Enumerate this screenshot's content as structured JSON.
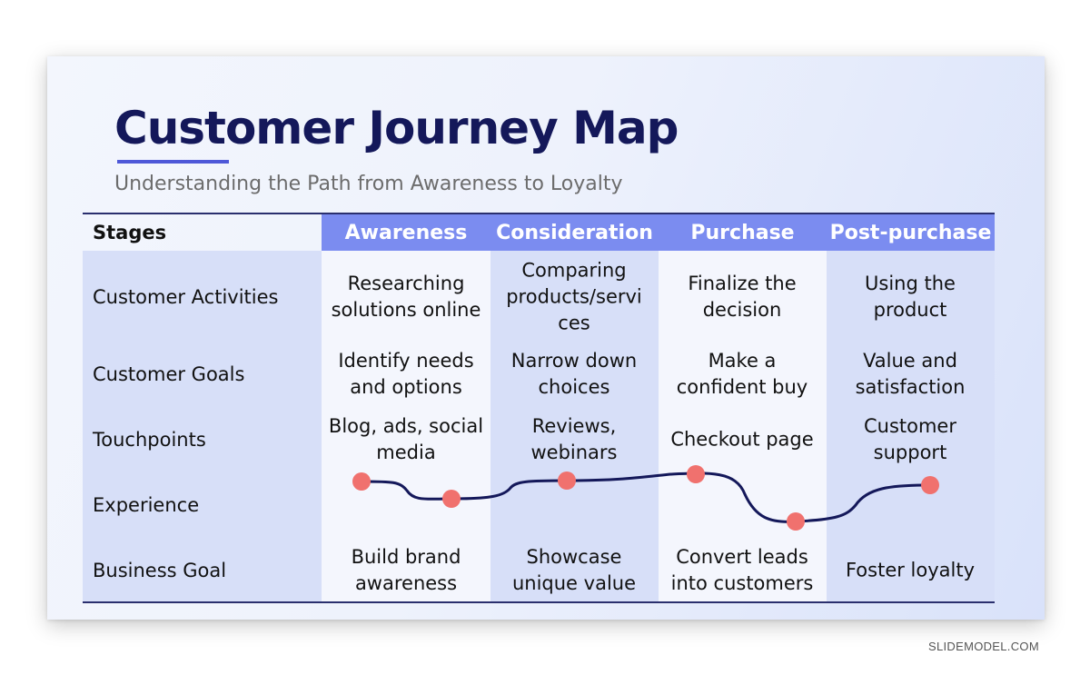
{
  "slide": {
    "title": "Customer Journey Map",
    "subtitle": "Understanding the Path from Awareness to Loyalty"
  },
  "table": {
    "stage_header": "Stages",
    "stages": [
      "Awareness",
      "Consideration",
      "Purchase",
      "Post-purchase"
    ],
    "rows": [
      {
        "label": "Customer Activities",
        "cells": [
          "Researching solutions online",
          "Comparing products/servi ces",
          "Finalize the decision",
          "Using the product"
        ]
      },
      {
        "label": "Customer Goals",
        "cells": [
          "Identify needs and options",
          "Narrow down choices",
          "Make a confident buy",
          "Value and satisfaction"
        ]
      },
      {
        "label": "Touchpoints",
        "cells": [
          "Blog, ads, social media",
          "Reviews, webinars",
          "Checkout page",
          "Customer support"
        ]
      },
      {
        "label": "Experience",
        "cells": []
      },
      {
        "label": "Business Goal",
        "cells": [
          "Build brand awareness",
          "Showcase unique value",
          "Convert leads into customers",
          "Foster loyalty"
        ]
      }
    ]
  },
  "experience_curve": {
    "point_color": "#f0716e",
    "line_color": "#14185a"
  },
  "colors": {
    "title": "#14185a",
    "header_fill": "#7b8cf0",
    "column_dark": "#d7dff8",
    "column_light": "#f4f6fd"
  },
  "watermark": "SLIDEMODEL.COM"
}
